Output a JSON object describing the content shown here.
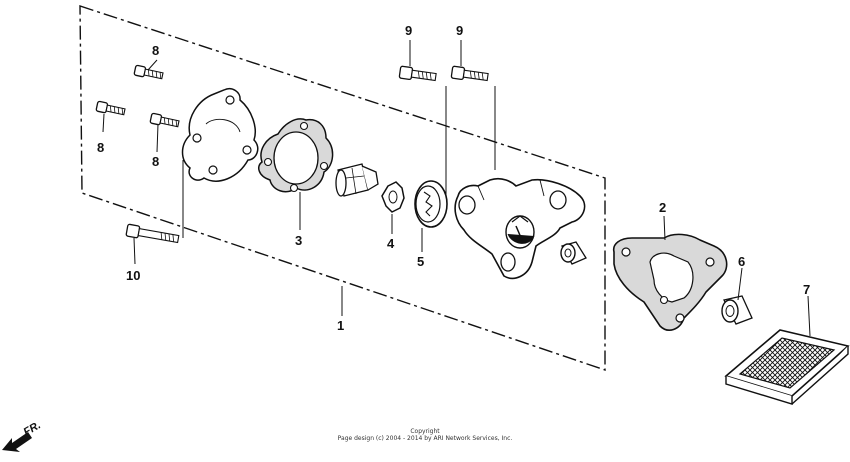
{
  "callouts": {
    "c1": "1",
    "c2": "2",
    "c3": "3",
    "c4": "4",
    "c5": "5",
    "c6": "6",
    "c7": "7",
    "c8a": "8",
    "c8b": "8",
    "c8c": "8",
    "c9a": "9",
    "c9b": "9",
    "c10": "10"
  },
  "direction_label": "FR.",
  "copyright": {
    "line1": "Copyright",
    "line2": "Page design (c) 2004 - 2014 by ARI Network Services, Inc."
  },
  "colors": {
    "ink": "#111111",
    "background": "#ffffff"
  }
}
